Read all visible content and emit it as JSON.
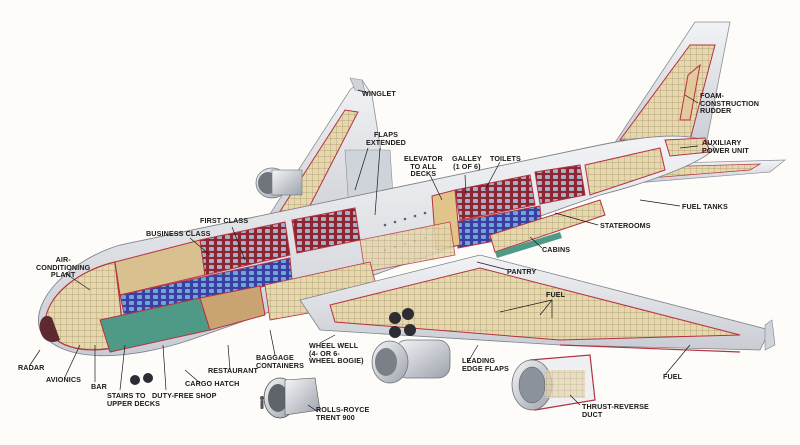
{
  "title": "Airbus A380 cutaway",
  "labels": {
    "winglet": "WINGLET",
    "flaps_extended": "FLAPS\nEXTENDED",
    "elevator": "ELEVATOR\nTO ALL\nDECKS",
    "galley": "GALLEY\n(1 OF 6)",
    "toilets": "TOILETS",
    "foam_rudder": "FOAM-\nCONSTRUCTION\nRUDDER",
    "apu": "AUXILIARY\nPOWER UNIT",
    "fuel_tanks": "FUEL TANKS",
    "staterooms": "STATEROOMS",
    "cabins": "CABINS",
    "pantry": "PANTRY",
    "fuel_center": "FUEL",
    "first_class": "FIRST CLASS",
    "business_class": "BUSINESS CLASS",
    "air_conditioning": "AIR-\nCONDITIONING\nPLANT",
    "radar": "RADAR",
    "avionics": "AVIONICS",
    "bar": "BAR",
    "stairs": "STAIRS TO\nUPPER DECKS",
    "duty_free": "DUTY-FREE SHOP",
    "cargo_hatch": "CARGO HATCH",
    "restaurant": "RESTAURANT",
    "baggage": "BAGGAGE\nCONTAINERS",
    "wheel_well": "WHEEL WELL\n(4- OR 6-\nWHEEL BOGIE)",
    "rolls_royce": "ROLLS-ROYCE\nTRENT 900",
    "leading_edge": "LEADING\nEDGE FLAPS",
    "fuel_wing": "FUEL",
    "thrust_reverse": "THRUST-REVERSE\nDUCT"
  },
  "colors": {
    "background": "#fdfcf8",
    "fuselage": "#e4e6ea",
    "structure": "#d9c9a0",
    "outline": "#b5323f",
    "carpet_red": "#b51f35",
    "carpet_blue": "#3b3ea3",
    "teal": "#4e9a86",
    "seat": "#9aa3b5"
  }
}
